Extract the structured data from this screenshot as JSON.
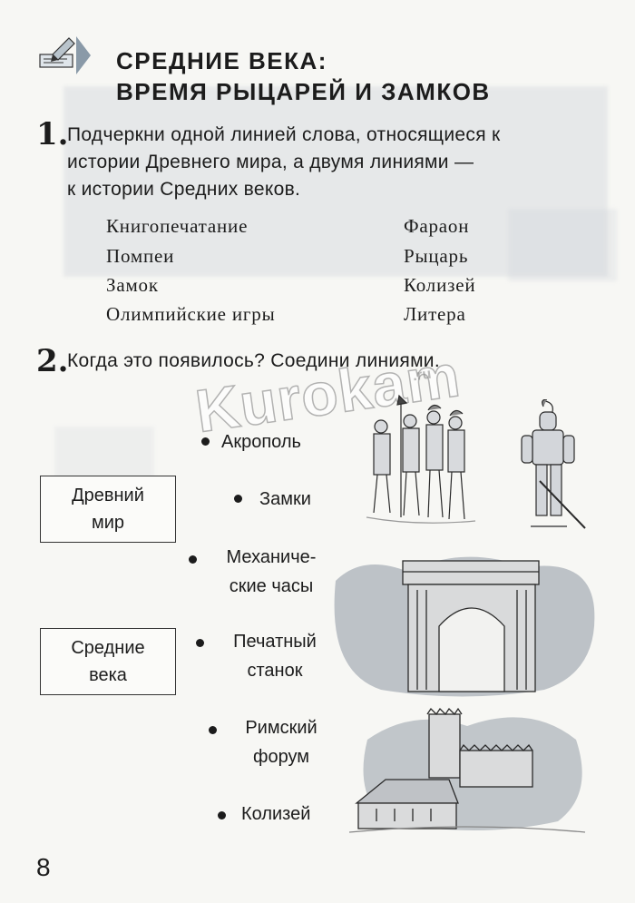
{
  "title": {
    "line1": "СРЕДНИЕ ВЕКА:",
    "line2": "ВРЕМЯ РЫЦАРЕЙ И ЗАМКОВ",
    "icon": "pencil-note-icon"
  },
  "task1": {
    "number": "1.",
    "lines": [
      "Подчеркни одной линией слова, относящиеся к",
      "истории Древнего мира, а двумя линиями —",
      "к истории Средних веков."
    ],
    "words_left": [
      "Книгопечатание",
      "Помпеи",
      "Замок",
      "Олимпийские игры"
    ],
    "words_right": [
      "Фараон",
      "Рыцарь",
      "Колизей",
      "Литера"
    ]
  },
  "task2": {
    "number": "2.",
    "question": "Когда это появилось? Соедини линиями.",
    "boxes": [
      {
        "line1": "Древний",
        "line2": "мир"
      },
      {
        "line1": "Средние",
        "line2": "века"
      }
    ],
    "items": [
      {
        "lines": [
          "Акрополь"
        ]
      },
      {
        "lines": [
          "Замки"
        ]
      },
      {
        "lines": [
          "Механиче-",
          "ские часы"
        ]
      },
      {
        "lines": [
          "Печатный",
          "станок"
        ]
      },
      {
        "lines": [
          "Римский",
          "форум"
        ]
      },
      {
        "lines": [
          "Колизей"
        ]
      }
    ],
    "illustrations": [
      "roman-soldiers",
      "knight",
      "triumphal-arch",
      "castle"
    ]
  },
  "watermark": {
    "text": "Kurokam",
    "suffix": ".ru"
  },
  "page_number": "8"
}
